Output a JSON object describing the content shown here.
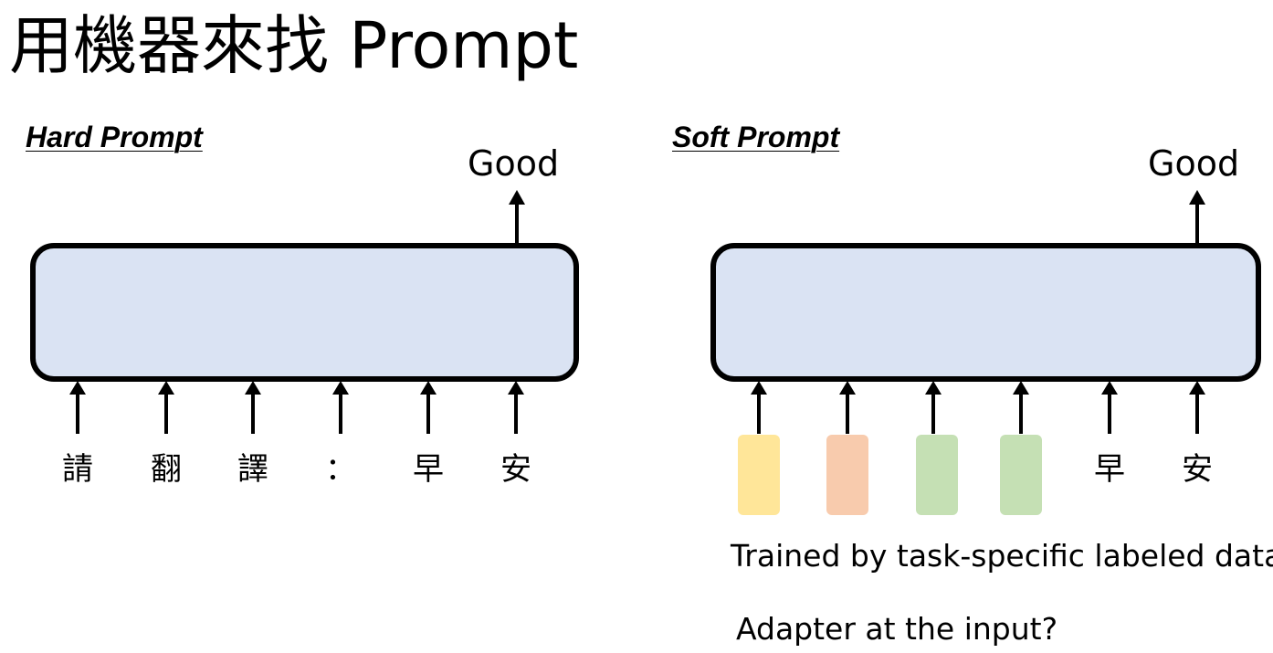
{
  "title": "用機器來找 Prompt",
  "hard_prompt": {
    "label": "Hard Prompt",
    "output": "Good",
    "tokens": [
      "請",
      "翻",
      "譯",
      "：",
      "早",
      "安"
    ]
  },
  "soft_prompt": {
    "label": "Soft Prompt",
    "output": "Good",
    "prompt_vectors": [
      {
        "color": "#ffe699"
      },
      {
        "color": "#f8cbad"
      },
      {
        "color": "#c5e0b4"
      },
      {
        "color": "#c5e0b4"
      }
    ],
    "tokens": [
      "早",
      "安"
    ],
    "note_trained": "Trained by task-specific labeled data",
    "note_adapter": "Adapter at the input?"
  },
  "colors": {
    "model_fill": "#dae3f3",
    "stroke": "#000000"
  }
}
